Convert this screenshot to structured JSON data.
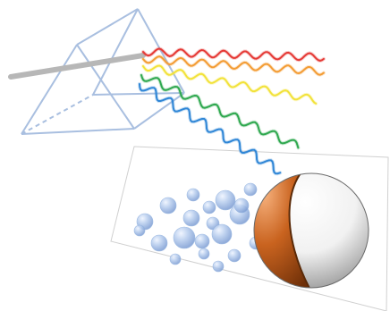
{
  "diagram": {
    "background": "#ffffff",
    "prism": {
      "edge_color": "#a9bfe0",
      "hidden_edge_style": "dashed"
    },
    "incident_beam": {
      "color": "#b7b7b7"
    },
    "spectrum": {
      "waves": [
        {
          "name": "red",
          "color": "#e53935"
        },
        {
          "name": "orange",
          "color": "#f39c34"
        },
        {
          "name": "yellow",
          "color": "#f2e23a"
        },
        {
          "name": "green",
          "color": "#2fa84f"
        },
        {
          "name": "blue",
          "color": "#2f86d6"
        }
      ]
    },
    "substrate_panel": {
      "border_color": "#d0d0d0",
      "fill": "#ffffff"
    },
    "small_particles": {
      "color": "#8fb0de",
      "count": 22
    },
    "janus_particle": {
      "half_a_color": "#c85f1c",
      "half_b_color": "#ffffff"
    }
  }
}
